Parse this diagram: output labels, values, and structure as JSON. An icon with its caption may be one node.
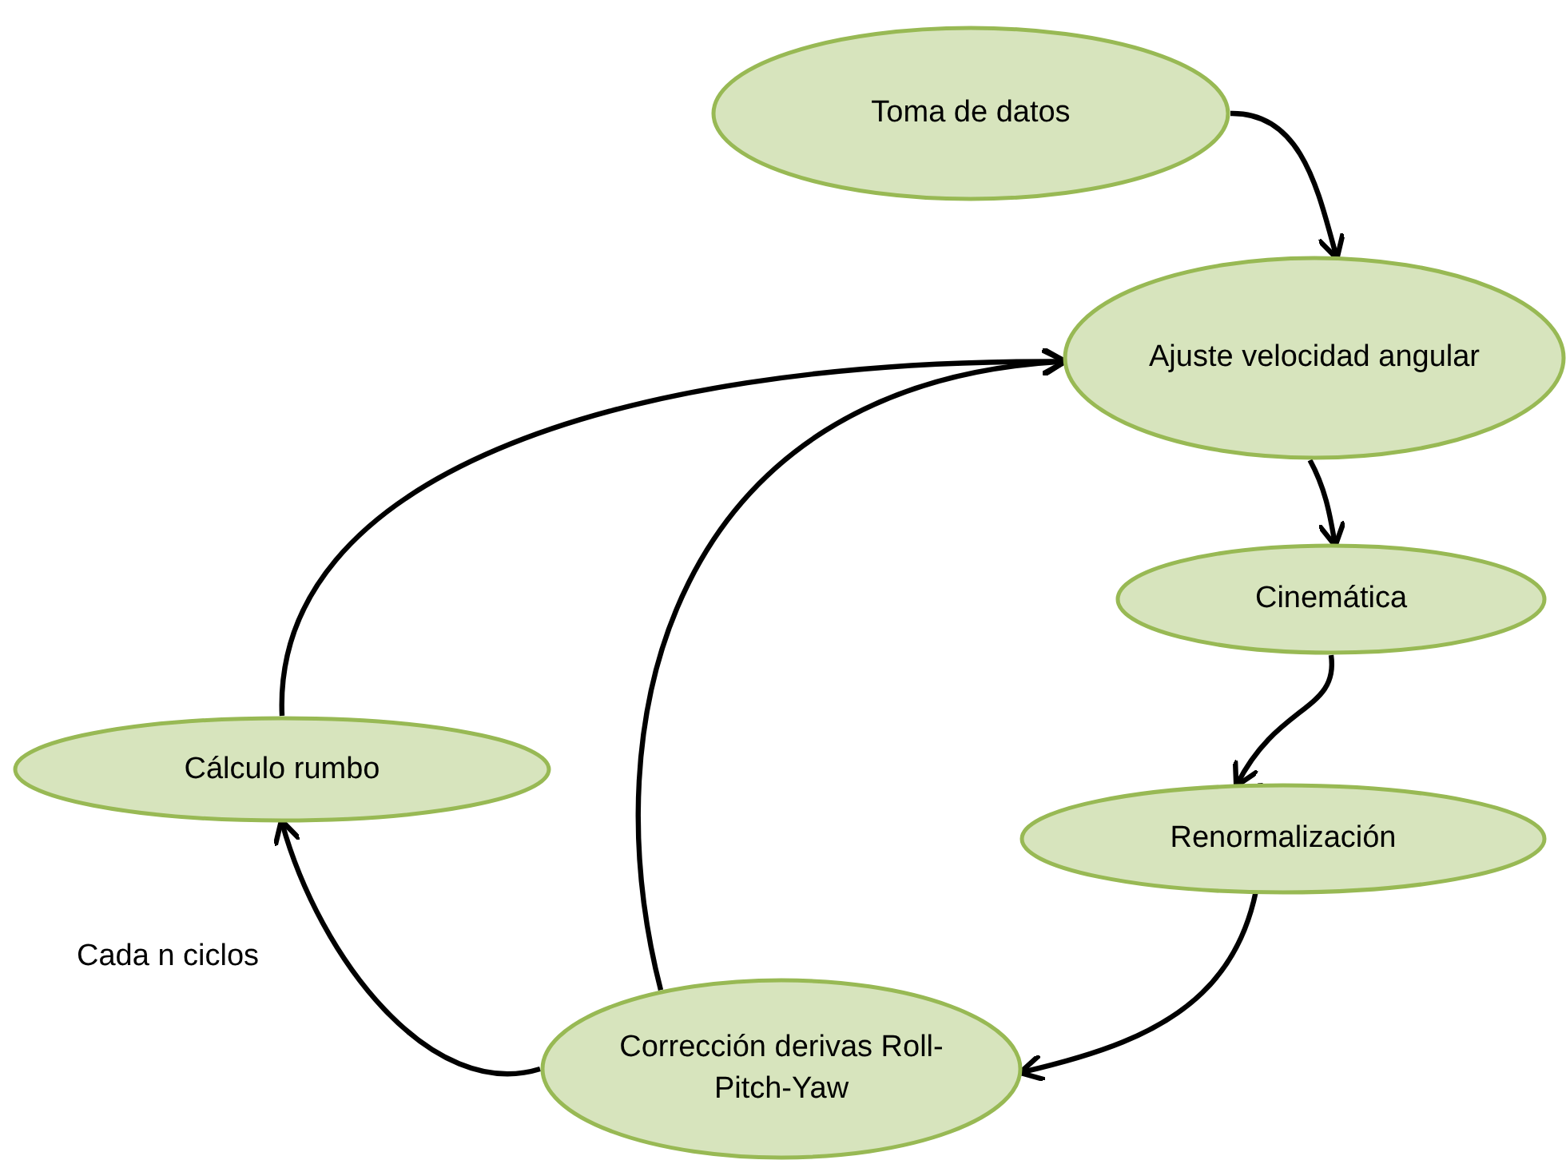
{
  "diagram": {
    "nodes": [
      {
        "text": [
          "Toma de datos"
        ]
      },
      {
        "text": [
          "Ajuste velocidad angular"
        ]
      },
      {
        "text": [
          "Cinemática"
        ]
      },
      {
        "text": [
          "Renormalización"
        ]
      },
      {
        "text": [
          "Corrección derivas Roll-Pitch-Yaw"
        ]
      },
      {
        "text": [
          "Cálculo rumbo"
        ]
      }
    ],
    "edges": [
      {
        "from": 0,
        "to": 1,
        "arrow": "to"
      },
      {
        "from": 1,
        "to": 2,
        "arrow": "to"
      },
      {
        "from": 2,
        "to": 3,
        "arrow": "to"
      },
      {
        "from": 3,
        "to": 4,
        "arrow": "to"
      },
      {
        "from": 4,
        "to": 5,
        "arrow": "to",
        "label": "Cada n ciclos"
      },
      {
        "from": 5,
        "to": 1,
        "arrow": "to"
      },
      {
        "from": 4,
        "to": 1,
        "arrow": "to"
      }
    ]
  }
}
